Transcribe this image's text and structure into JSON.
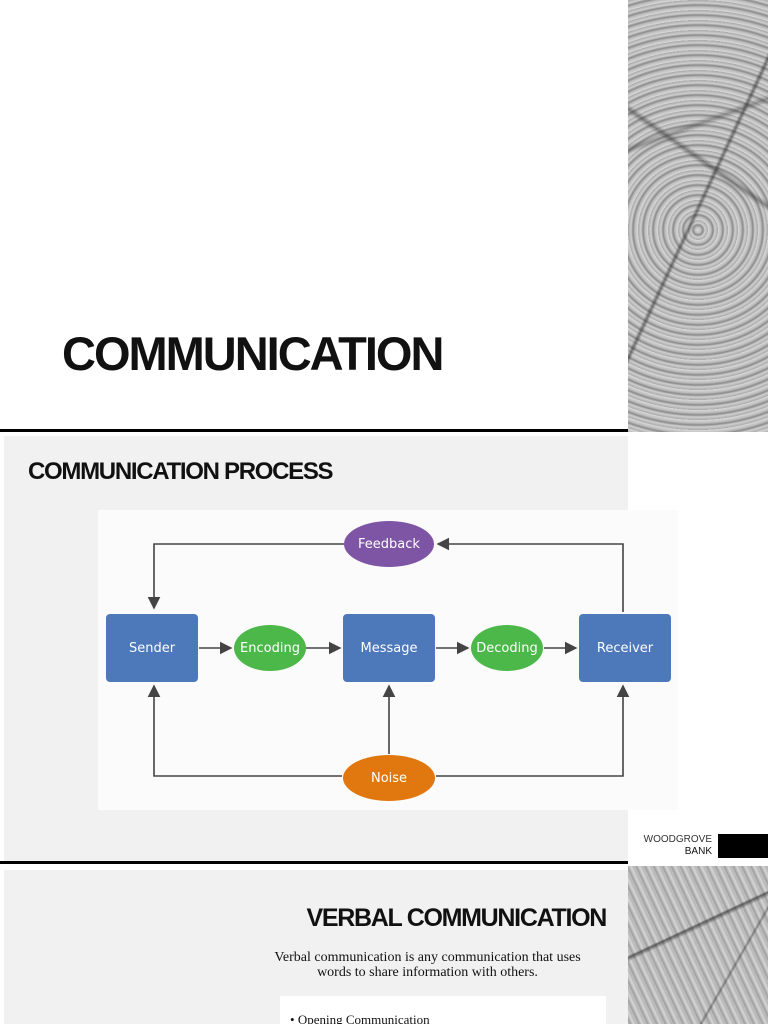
{
  "slides": [
    {
      "title": "COMMUNICATION"
    },
    {
      "heading": "COMMUNICATION PROCESS",
      "diagram": {
        "nodes": {
          "feedback": "Feedback",
          "sender": "Sender",
          "encoding": "Encoding",
          "message": "Message",
          "decoding": "Decoding",
          "receiver": "Receiver",
          "noise": "Noise"
        },
        "colors": {
          "box": "#4d78b9",
          "encode_decode": "#4cb849",
          "feedback": "#7e55a5",
          "noise": "#e1780f"
        }
      },
      "brand": {
        "line1": "WOODGROVE",
        "line2": "BANK"
      }
    },
    {
      "heading": "VERBAL COMMUNICATION",
      "description": "Verbal communication is any communication that uses words to share information with others.",
      "list": [
        "Opening Communication"
      ]
    }
  ]
}
